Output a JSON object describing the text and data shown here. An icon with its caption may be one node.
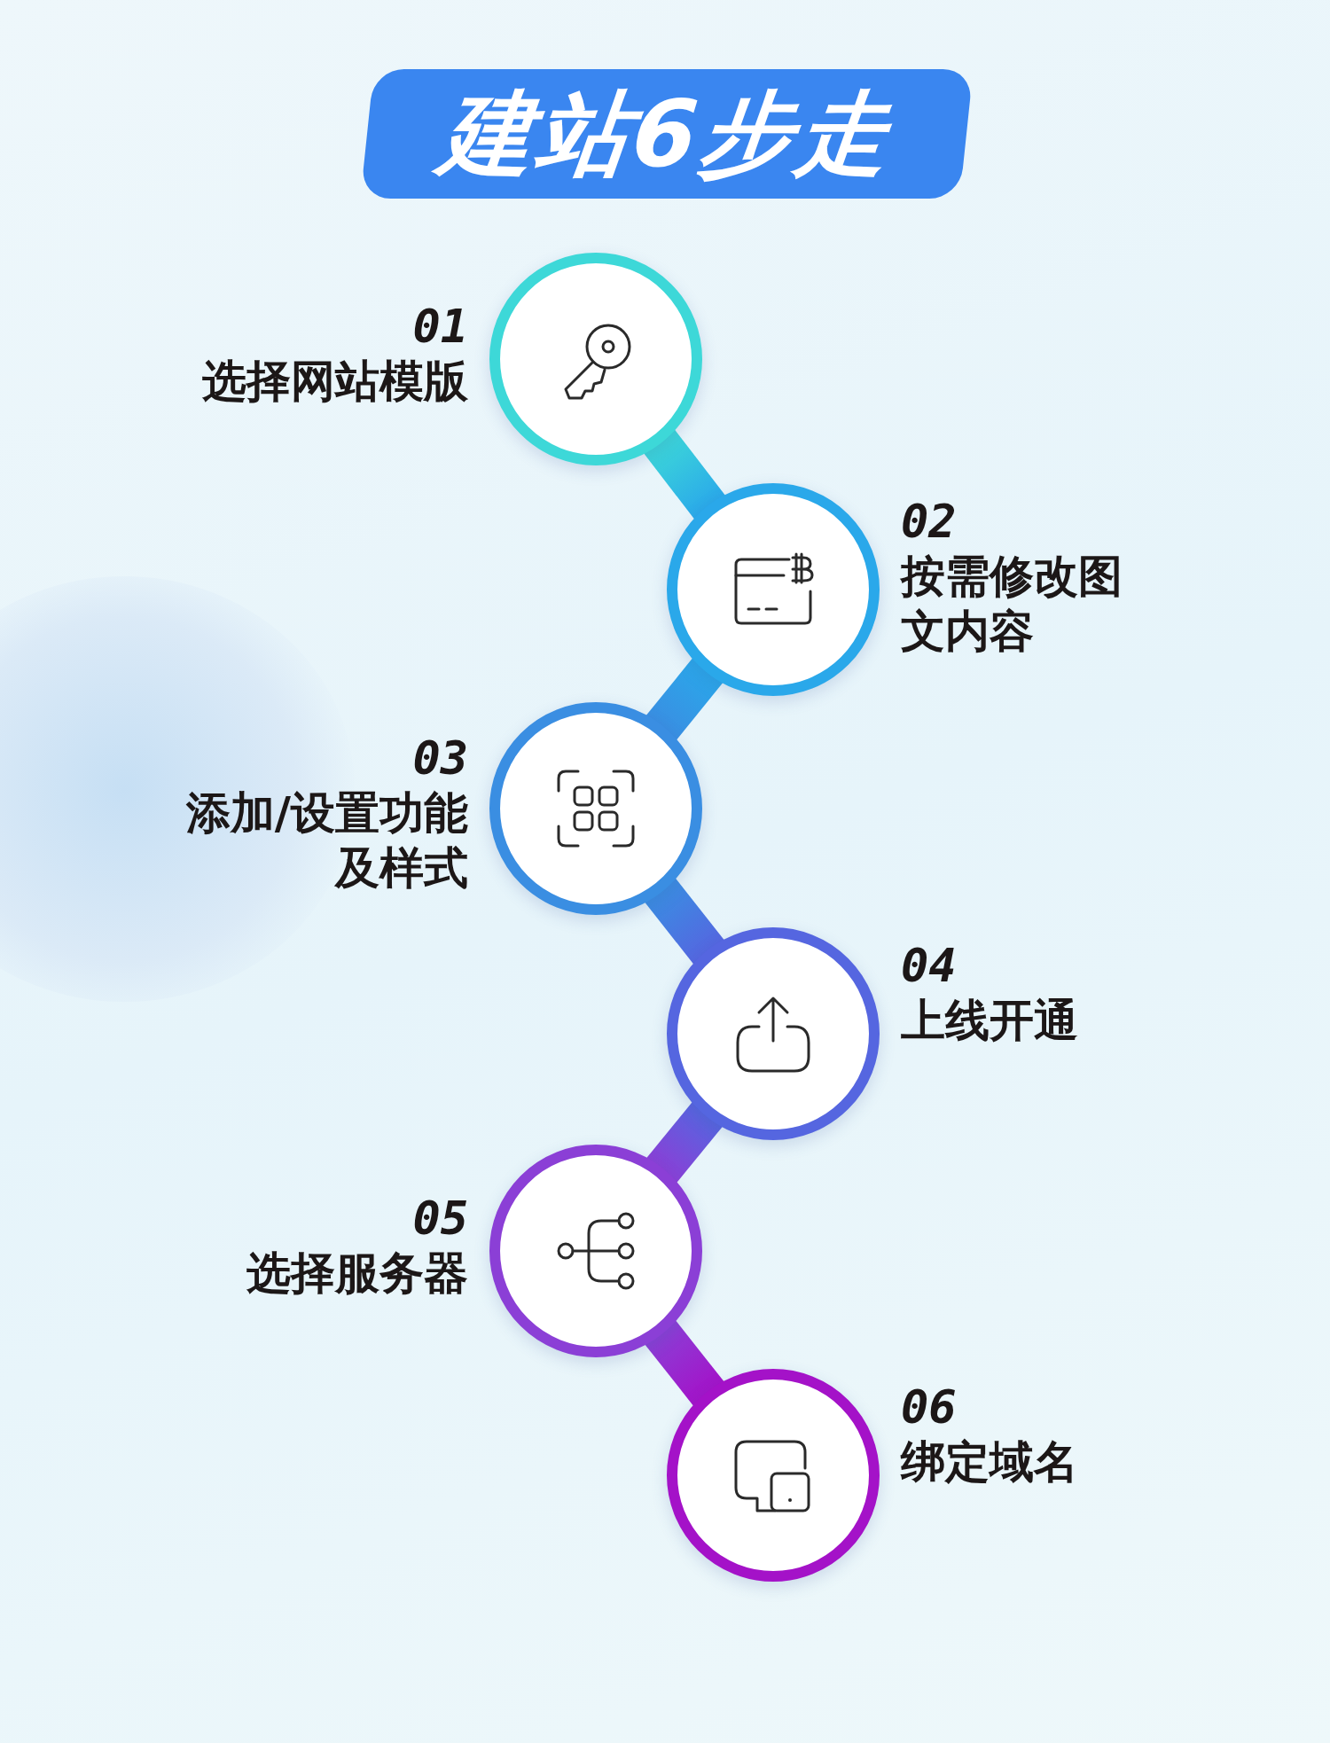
{
  "diagram": {
    "title": "建站6步走",
    "nodes": [
      {
        "text": [],
        "shape": "circle",
        "beside": [
          "01",
          "选择网站模版"
        ]
      },
      {
        "text": [],
        "shape": "circle",
        "beside": [
          "02",
          "按需修改图文内容"
        ]
      },
      {
        "text": [],
        "shape": "circle",
        "beside": [
          "03",
          "添加/设置功能及样式"
        ]
      },
      {
        "text": [],
        "shape": "circle",
        "beside": [
          "04",
          "上线开通"
        ]
      },
      {
        "text": [],
        "shape": "circle",
        "beside": [
          "05",
          "选择服务器"
        ]
      },
      {
        "text": [],
        "shape": "circle",
        "beside": [
          "06",
          "绑定域名"
        ]
      }
    ],
    "edges": [
      {
        "from": 0,
        "to": 1,
        "arrow": "none"
      },
      {
        "from": 1,
        "to": 2,
        "arrow": "none"
      },
      {
        "from": 2,
        "to": 3,
        "arrow": "none"
      },
      {
        "from": 3,
        "to": 4,
        "arrow": "none"
      },
      {
        "from": 4,
        "to": 5,
        "arrow": "none"
      }
    ]
  }
}
